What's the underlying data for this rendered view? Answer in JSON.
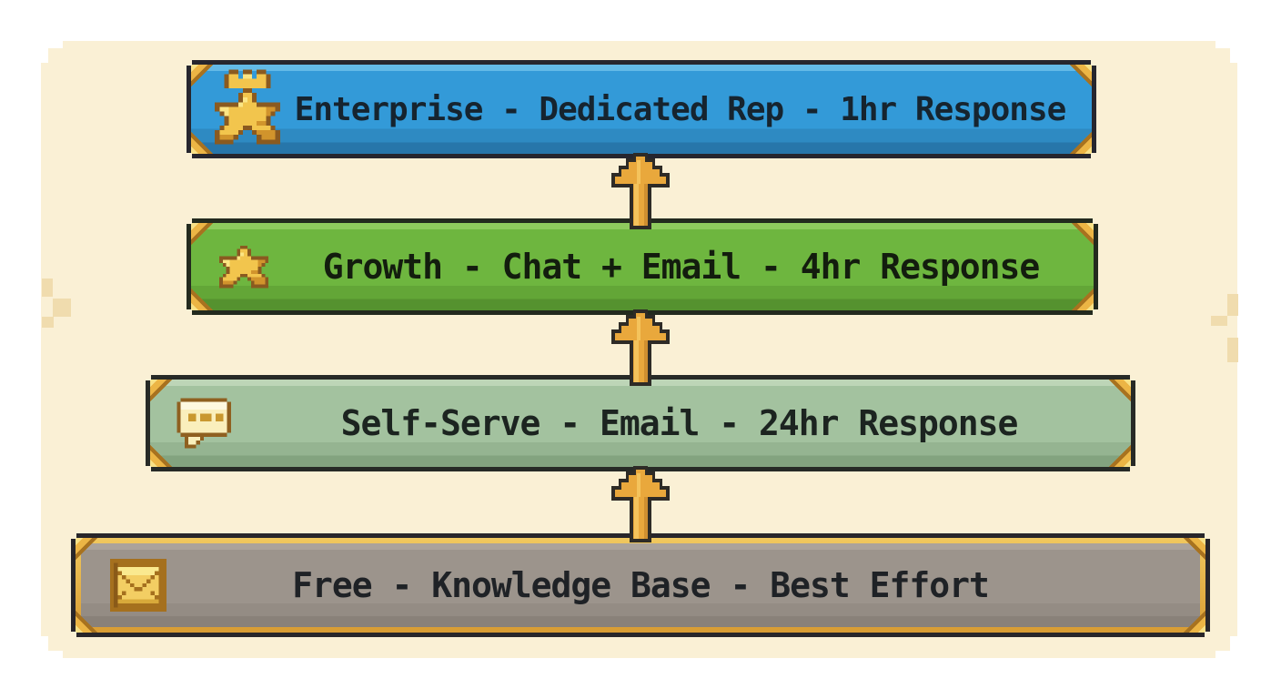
{
  "page": {
    "background": "#FFFFFF",
    "panel_background": "#FAF0D5",
    "panel_decoration": "#F0DCAE",
    "accent_gold": "#E9B944",
    "accent_gold_light": "#F9E27D",
    "accent_gold_dark": "#A8721F"
  },
  "diagram": {
    "type": "escalation-pyramid",
    "direction": "bottom-to-top",
    "tiers_top_to_bottom": [
      "Enterprise",
      "Growth",
      "Self-Serve",
      "Free"
    ]
  },
  "tiers": [
    {
      "id": "enterprise",
      "label": "Enterprise - Dedicated Rep - 1hr Response",
      "icon": "crown-star-icon",
      "colors": {
        "top": "#63BAE7",
        "fill": "#339AD8",
        "lower": "#2E8AC2",
        "bottom": "#2776AA",
        "border": "#26262E",
        "text": "#16242F"
      }
    },
    {
      "id": "growth",
      "label": "Growth - Chat + Email - 4hr Response",
      "icon": "star-icon",
      "colors": {
        "top": "#8FCB5E",
        "fill": "#6EB63F",
        "lower": "#63A637",
        "bottom": "#55922F",
        "border": "#232A1E",
        "text": "#131D0E"
      }
    },
    {
      "id": "self-serve",
      "label": "Self-Serve - Email - 24hr Response",
      "icon": "speech-bubble-icon",
      "colors": {
        "top": "#BDD5B7",
        "fill": "#A3C29F",
        "lower": "#95B491",
        "bottom": "#83A37F",
        "border": "#272A26",
        "text": "#1C2420"
      }
    },
    {
      "id": "free",
      "label": "Free - Knowledge Base - Best Effort",
      "icon": "envelope-icon",
      "colors": {
        "top": "#ABA39B",
        "fill": "#9C948C",
        "lower": "#948C84",
        "bottom": "#898179",
        "border": "#28262A",
        "text": "#1F2226",
        "trim_top": "#F0C85E",
        "trim_bottom": "#D89C33"
      }
    }
  ],
  "arrows": {
    "direction": "up",
    "count": 3,
    "fill": "#E9A83C",
    "highlight": "#F4C35C",
    "shade": "#CF8F30",
    "outline": "#2E2B26"
  }
}
